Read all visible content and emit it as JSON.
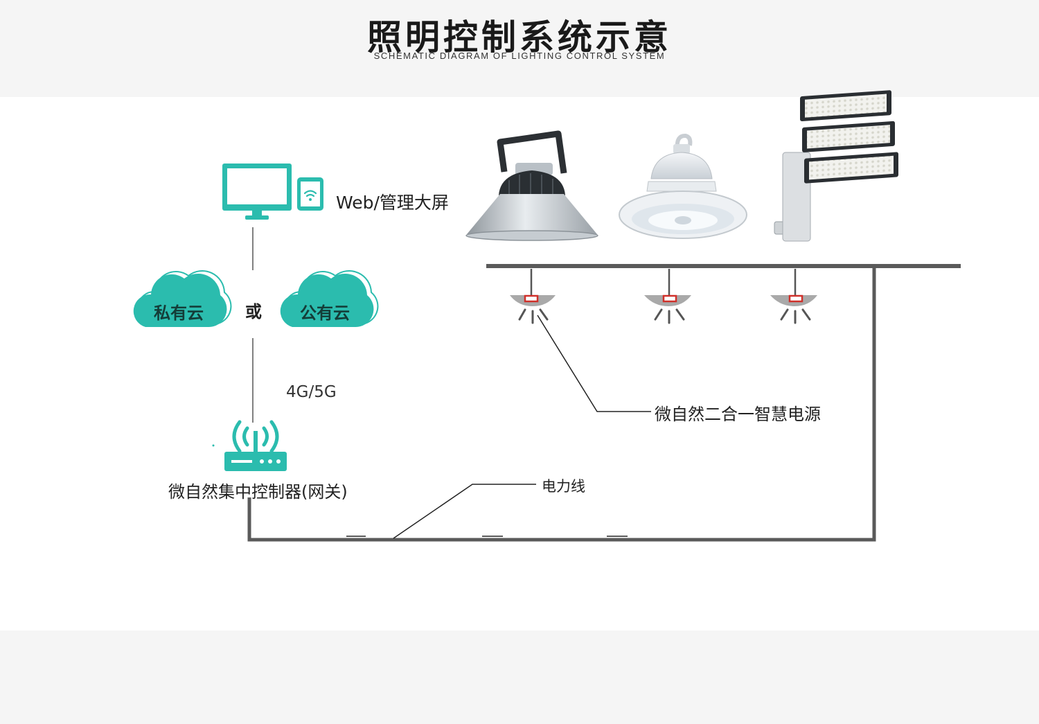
{
  "title": "照明控制系统示意",
  "subtitle": "SCHEMATIC DIAGRAM OF LIGHTING CONTROL SYSTEM",
  "labels": {
    "web_screen": "Web/管理大屏",
    "private_cloud": "私有云",
    "or": "或",
    "public_cloud": "公有云",
    "network": "4G/5G",
    "gateway": "微自然集中控制器(网关)",
    "smart_power": "微自然二合一智慧电源",
    "power_line": "电力线"
  },
  "colors": {
    "teal": "#2bbcae",
    "line_gray": "#555555",
    "indicator_red": "#d0302a"
  },
  "icons": [
    "monitor-icon",
    "tablet-icon",
    "wifi-icon",
    "cloud-icon",
    "router-icon",
    "highbay-lamp-icon",
    "ufo-lamp-icon",
    "floodlight-icon",
    "power-module-icon"
  ]
}
